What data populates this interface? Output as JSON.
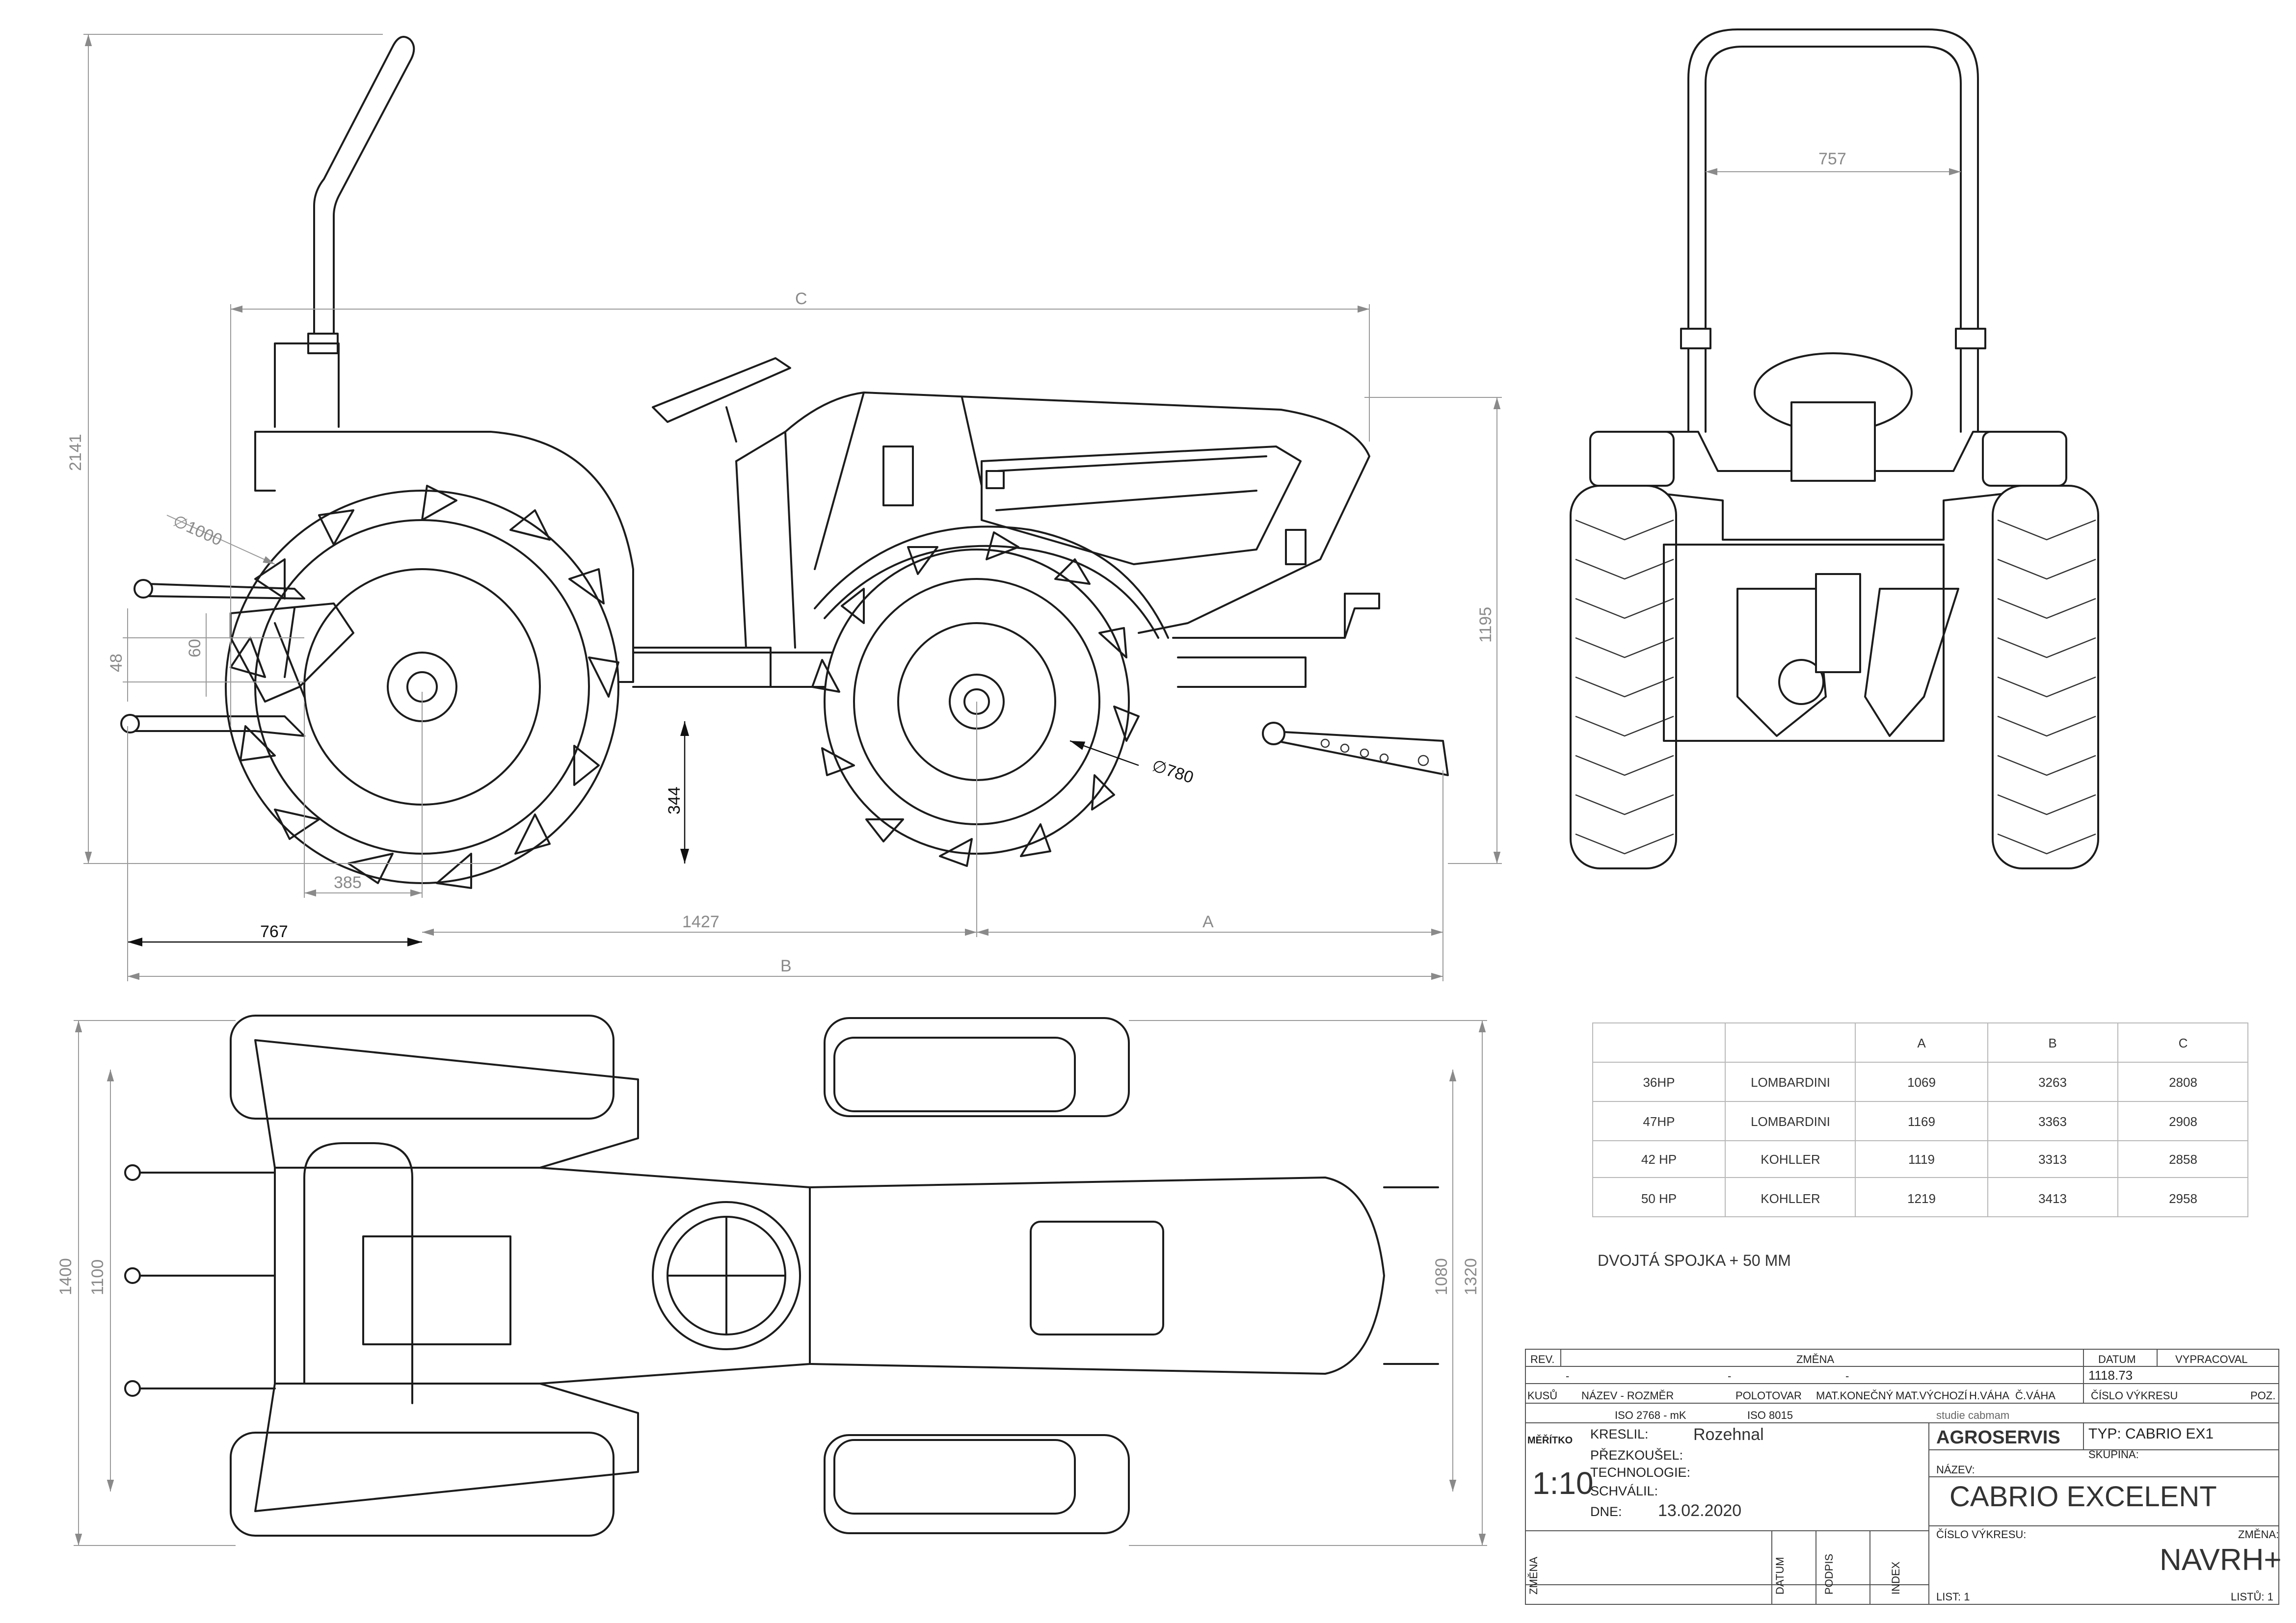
{
  "dimensions": {
    "side_height": "2141",
    "roof_offset": "C",
    "tire_front": "∅1000",
    "hitch_48": "48",
    "hitch_60": "60",
    "ground_344": "344",
    "front_height": "1195",
    "tire_rear": "∅780",
    "rear_385": "385",
    "rear_767": "767",
    "wheelbase": "1427",
    "front_a": "A",
    "total_b": "B",
    "rops_width": "757",
    "top_width": "1400",
    "top_1100": "1100",
    "top_1080": "1080",
    "top_1320": "1320"
  },
  "variants_table": {
    "headers": [
      "",
      "",
      "A",
      "B",
      "C"
    ],
    "rows": [
      [
        "36HP",
        "LOMBARDINI",
        "1069",
        "3263",
        "2808"
      ],
      [
        "47HP",
        "LOMBARDINI",
        "1169",
        "3363",
        "2908"
      ],
      [
        "42 HP",
        "KOHLLER",
        "1119",
        "3313",
        "2858"
      ],
      [
        "50 HP",
        "KOHLLER",
        "1219",
        "3413",
        "2958"
      ]
    ]
  },
  "note": "DVOJTÁ SPOJKA   + 50 MM",
  "title_block": {
    "rev": "REV.",
    "zmena": "ZMĚNA",
    "datum": "DATUM",
    "vypracoval": "VYPRACOVAL",
    "dash1": "-",
    "dash2": "-",
    "dash3": "-",
    "value_1118": "1118.73",
    "kusu": "KUSŮ",
    "nazev_rozmer": "NÁZEV - ROZMĚR",
    "polotovar": "POLOTOVAR",
    "mat_konecny": "MAT.KONEČNÝ",
    "mat_vychozi": "MAT.VÝCHOZÍ",
    "h_vaha": "H.VÁHA",
    "c_vaha": "Č.VÁHA",
    "cislo_vykresu_poz": "ČÍSLO VÝKRESU",
    "poz": "POZ.",
    "iso_2768": "ISO 2768 - mK",
    "iso_8015": "ISO 8015",
    "studie": "studie cabmam",
    "meritko": "MĚŘÍTKO",
    "kreslil": "KRESLIL:",
    "kreslil_name": "Rozehnal",
    "prezkousel": "PŘEZKOUŠEL:",
    "technologie": "TECHNOLOGIE:",
    "schvalil": "SCHVÁLIL:",
    "dne": "DNE:",
    "date": "13.02.2020",
    "scale": "1:10",
    "company": "AGROSERVIS",
    "typ": "TYP: CABRIO EX1",
    "skupina": "SKUPINA:",
    "nazev": "NÁZEV:",
    "title": "CABRIO EXCELENT",
    "cislo_vykresu": "ČÍSLO VÝKRESU:",
    "zmena2": "ZMĚNA:",
    "drawing_no": "NAVRH+",
    "list": "LIST: 1",
    "listu": "LISTŮ: 1",
    "col_zmena": "ZMĚNA",
    "col_datum": "DATUM",
    "col_podpis": "PODPIS",
    "col_index": "INDEX"
  },
  "colors": {
    "line": "#1c1c1c",
    "dimension": "#9a9a9a",
    "paper": "#ffffff"
  }
}
